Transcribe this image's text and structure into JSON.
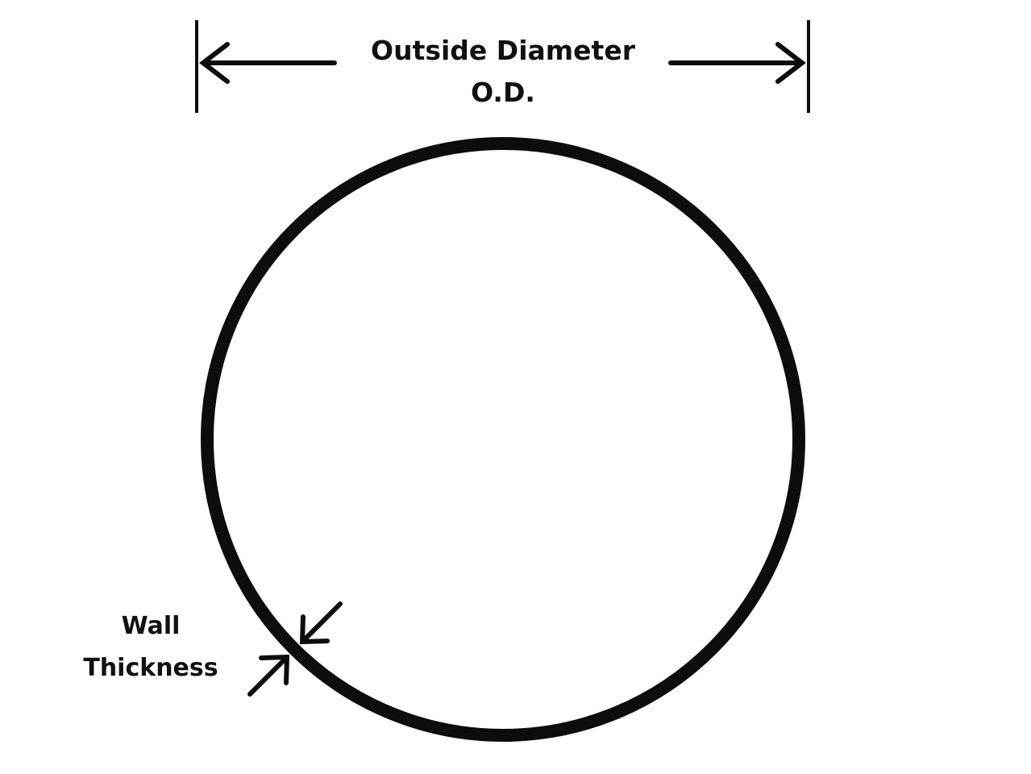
{
  "diagram": {
    "od_label": "Outside Diameter",
    "od_abbrev": "O.D.",
    "wall_label_line1": "Wall",
    "wall_label_line2": "Thickness",
    "stroke_color": "#0d0d0d",
    "background_color": "#ffffff"
  }
}
